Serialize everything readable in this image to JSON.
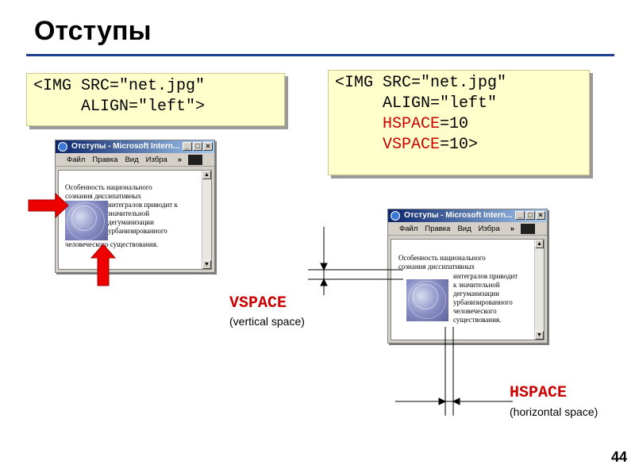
{
  "slide": {
    "title": "Отступы",
    "page_number": "44"
  },
  "code_left": {
    "line1": "<IMG SRC=\"net.jpg\"",
    "line2": "     ALIGN=\"left\">"
  },
  "code_right": {
    "line1": "<IMG SRC=\"net.jpg\"",
    "line2": "     ALIGN=\"left\"",
    "line3_attr": "     HSPACE",
    "line3_val": "=10",
    "line4_attr": "     VSPACE",
    "line4_val": "=10>"
  },
  "browser": {
    "title": "Отступы - Microsoft Intern...",
    "menu": [
      "Файл",
      "Правка",
      "Вид",
      "Избра"
    ],
    "chevron": "»",
    "min_btn": "_",
    "max_btn": "□",
    "close_btn": "×"
  },
  "browser_left_text": {
    "l1": "Особенность национального",
    "l2": "сознания диссипативных",
    "l3": "интегралов приводит к",
    "l4": "значительной",
    "l5": "дегуманизации",
    "l6": "урбанизированного",
    "l7": "человеческого существования."
  },
  "browser_right_text": {
    "l1": "Особенность национального",
    "l2": "сознания диссипативных",
    "l3": "интегралов приводит",
    "l4": "к значительной",
    "l5": "дегуманизации",
    "l6": "урбанизированного",
    "l7": "человеческого",
    "l8": "существования."
  },
  "vspace": {
    "label": "VSPACE",
    "caption": "(vertical space)"
  },
  "hspace": {
    "label": "HSPACE",
    "caption": "(horizontal space)"
  },
  "colors": {
    "title_rule": "#1f3f8f",
    "code_bg": "#ffffcc",
    "highlight_red": "#cc0000",
    "pointer_arrow_red": "#ee0000"
  },
  "icons": [
    "ie-icon",
    "arrow-right-icon",
    "arrow-up-icon",
    "dimension-arrow-icon"
  ]
}
